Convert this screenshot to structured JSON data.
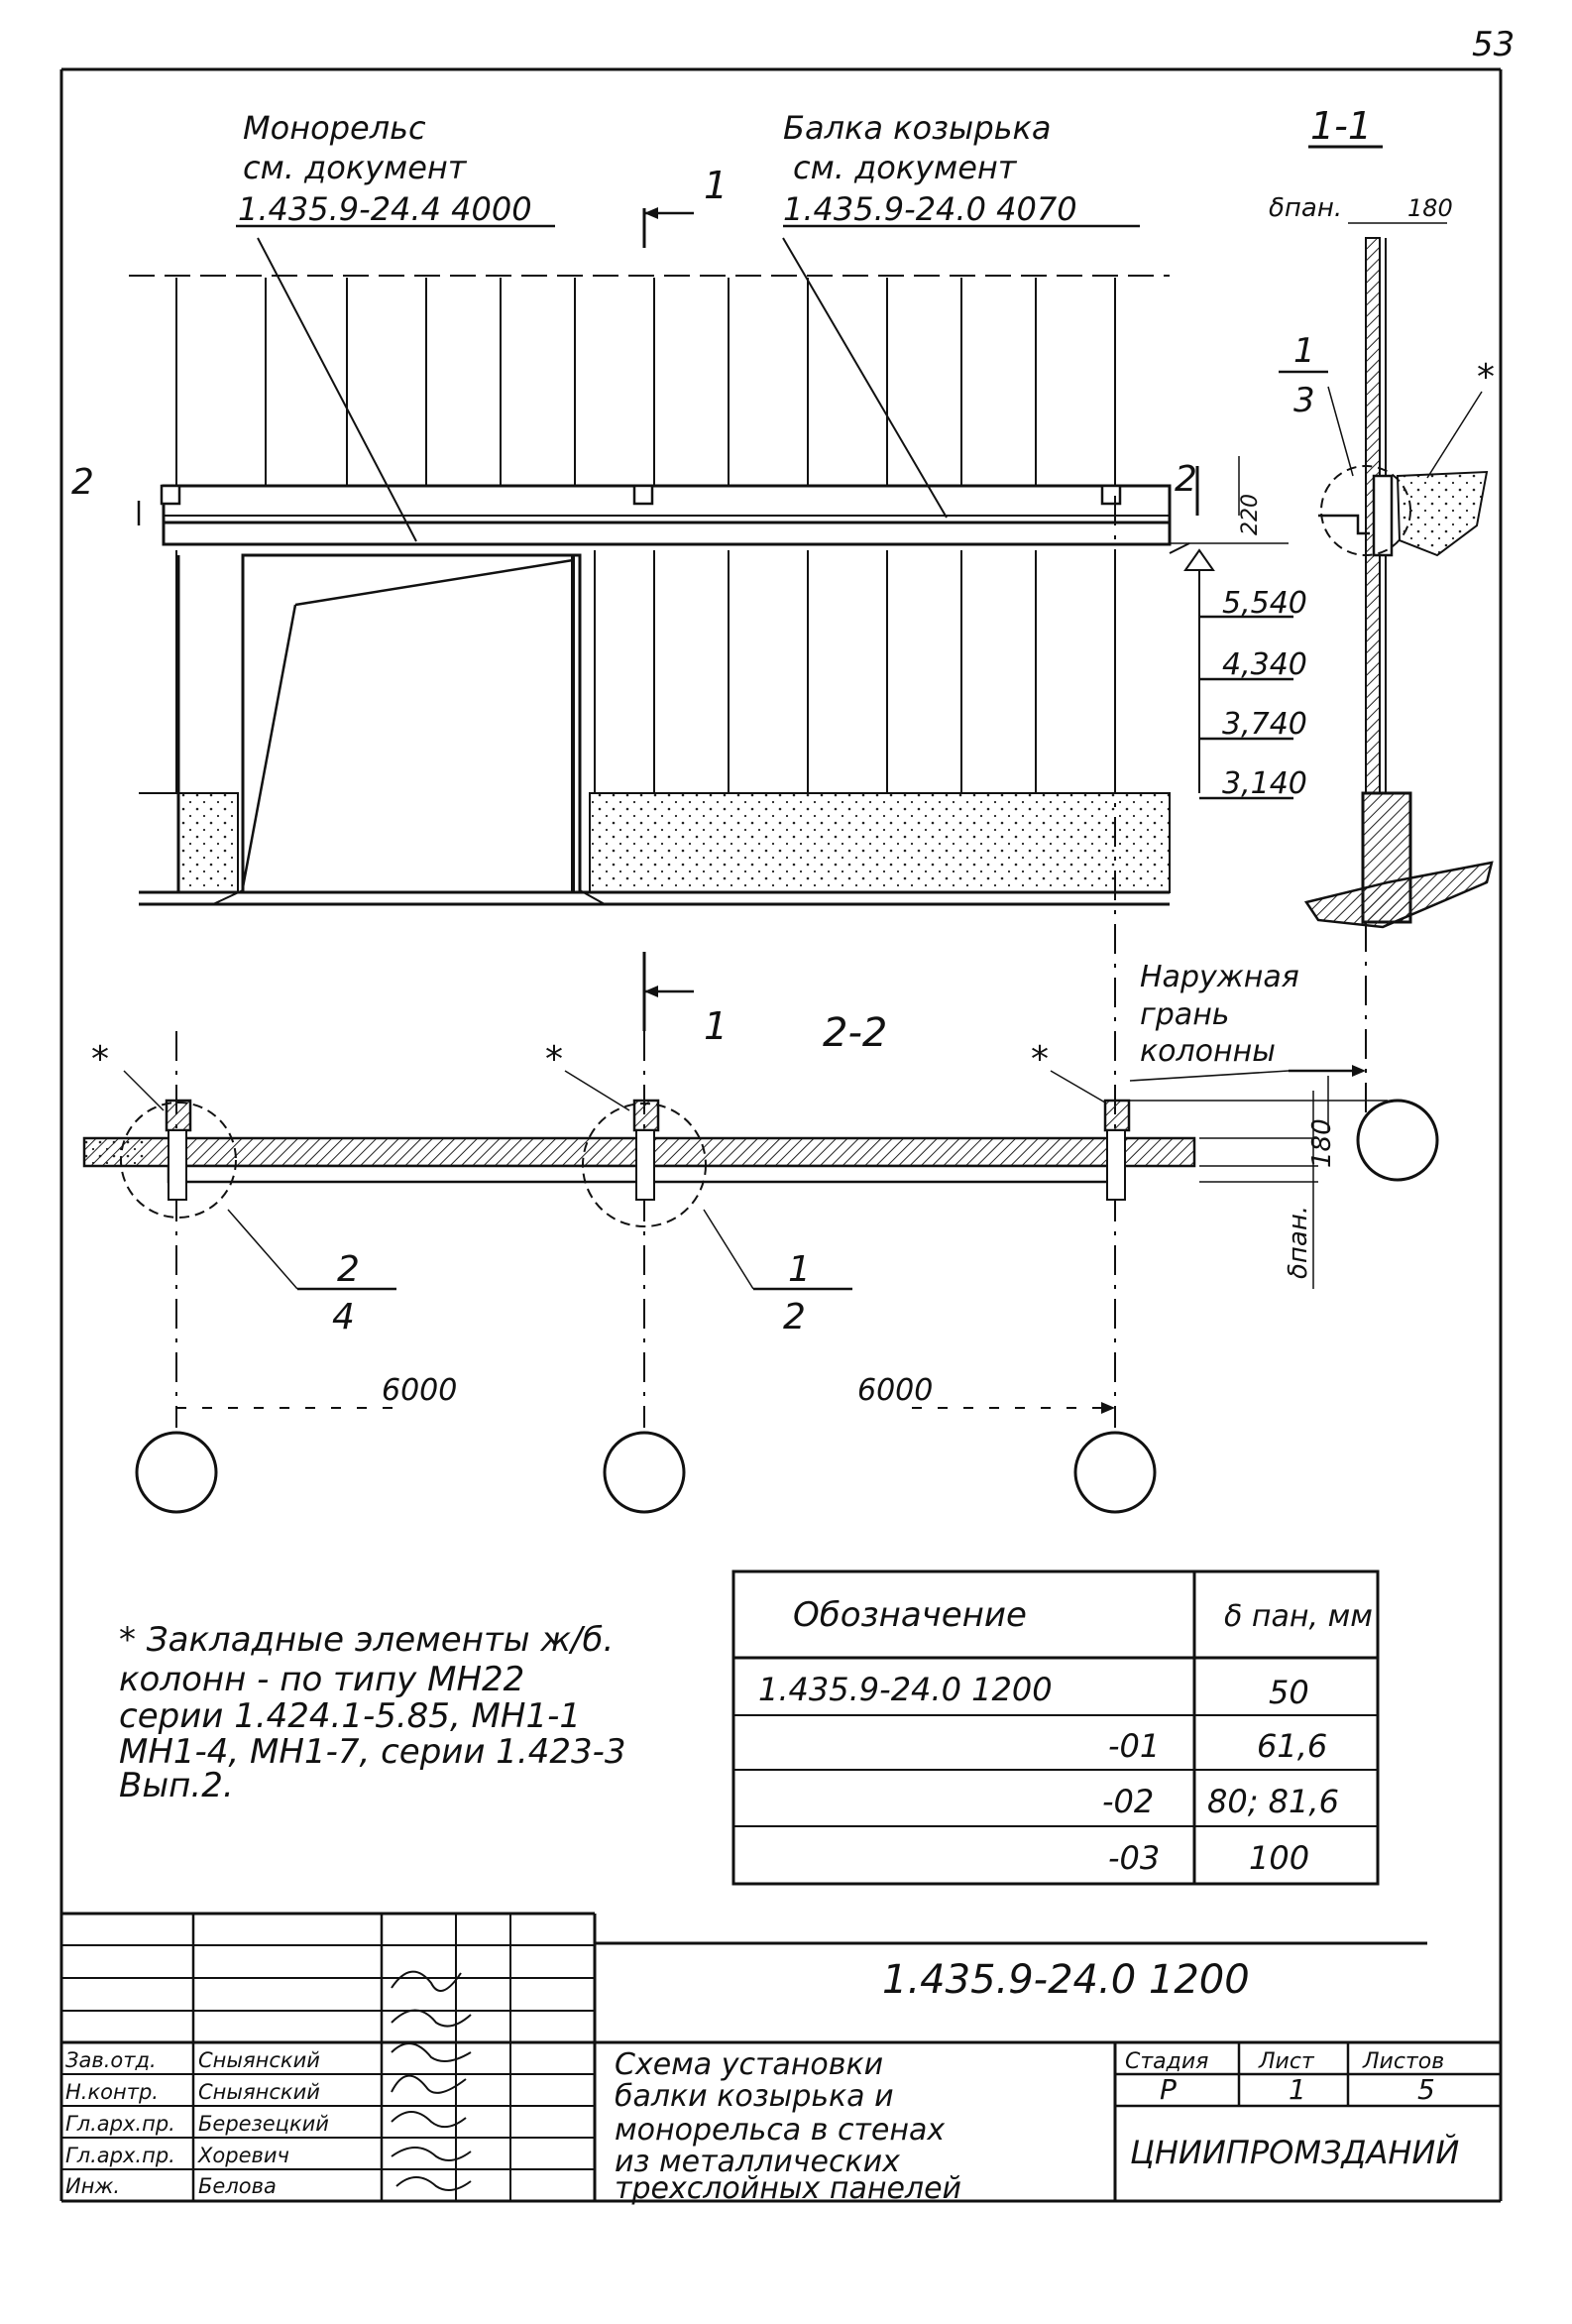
{
  "page_number": "53",
  "labels": {
    "monorail": [
      "Монорельс",
      "см. документ",
      "1.435.9-24.4 4000"
    ],
    "beam": [
      "Балка козырька",
      "см. документ",
      "1.435.9-24.0 4070"
    ],
    "section_1_1": "1-1",
    "section_2_2": "2-2",
    "cut_1": "1",
    "cut_2": "2",
    "b_pan": "δпан.",
    "dim_180": "180",
    "dim_220": "220",
    "elevations": [
      "5,540",
      "4,340",
      "3,740",
      "3,140"
    ],
    "callout_1_3": [
      "1",
      "3"
    ],
    "callout_2_4": [
      "2",
      "4"
    ],
    "callout_1_2": [
      "1",
      "2"
    ],
    "star": "*",
    "outer_face": [
      "Наружная",
      "грань",
      "колонны"
    ],
    "span_1": "6000",
    "span_2": "6000"
  },
  "note": [
    "* Закладные элементы ж/б.",
    "колонн - по типу МН22",
    "серии 1.424.1-5.85, МН1-1",
    "МН1-4, МН1-7, серии 1.423-3",
    "Вып.2."
  ],
  "spec_table": {
    "headers": [
      "Обозначение",
      "δ пан, мм"
    ],
    "rows": [
      [
        "1.435.9-24.0 1200",
        "50"
      ],
      [
        "-01",
        "61,6"
      ],
      [
        "-02",
        "80; 81,6"
      ],
      [
        "-03",
        "100"
      ]
    ]
  },
  "title_block": {
    "doc_code": "1.435.9-24.0 1200",
    "title": [
      "Схема установки",
      "балки козырька и",
      "монорельса в стенах",
      "из металлических",
      "трехслойных панелей"
    ],
    "stage_label": "Стадия",
    "sheet_label": "Лист",
    "sheets_label": "Листов",
    "stage": "Р",
    "sheet": "1",
    "sheets": "5",
    "org": "ЦНИИПРОМЗДАНИЙ",
    "signatures": [
      {
        "role": "Зав.отд.",
        "name": "Сныянский"
      },
      {
        "role": "Н.контр.",
        "name": "Сныянский"
      },
      {
        "role": "Гл.арх.пр.",
        "name": "Березецкий"
      },
      {
        "role": "Гл.арх.пр.",
        "name": "Хоревич"
      },
      {
        "role": "Инж.",
        "name": "Белова"
      }
    ]
  }
}
